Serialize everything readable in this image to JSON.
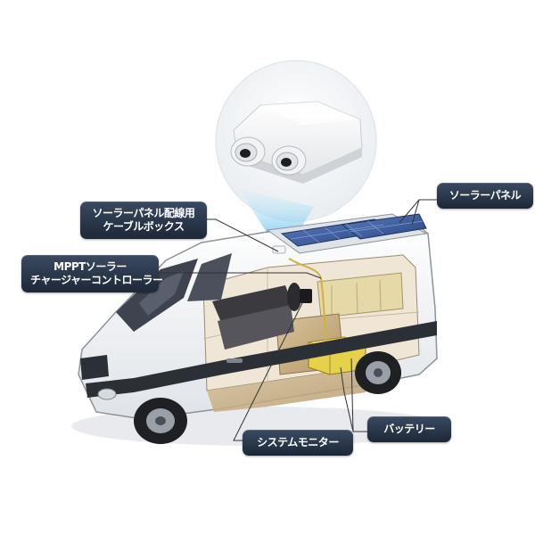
{
  "labels": {
    "junction_box": [
      "ソーラーパネル配線用",
      "ケーブルボックス"
    ],
    "mppt": [
      "MPPTソーラー",
      "チャージャーコントローラー"
    ],
    "solar_panel": "ソーラーパネル",
    "battery": "バッテリー",
    "system_monitor": "システムモニター"
  },
  "colors": {
    "label_bg": "#26334a",
    "callout_line": "#333333",
    "van_body": "#f4f5f7",
    "van_stripe": "#2b2f36",
    "solar_panel": "#3d5c9c",
    "battery": "#e6d14a",
    "beam": "#9ed7f2"
  },
  "icons": {
    "product": "junction-box-icon",
    "vehicle": "camper-van-cutaway"
  }
}
